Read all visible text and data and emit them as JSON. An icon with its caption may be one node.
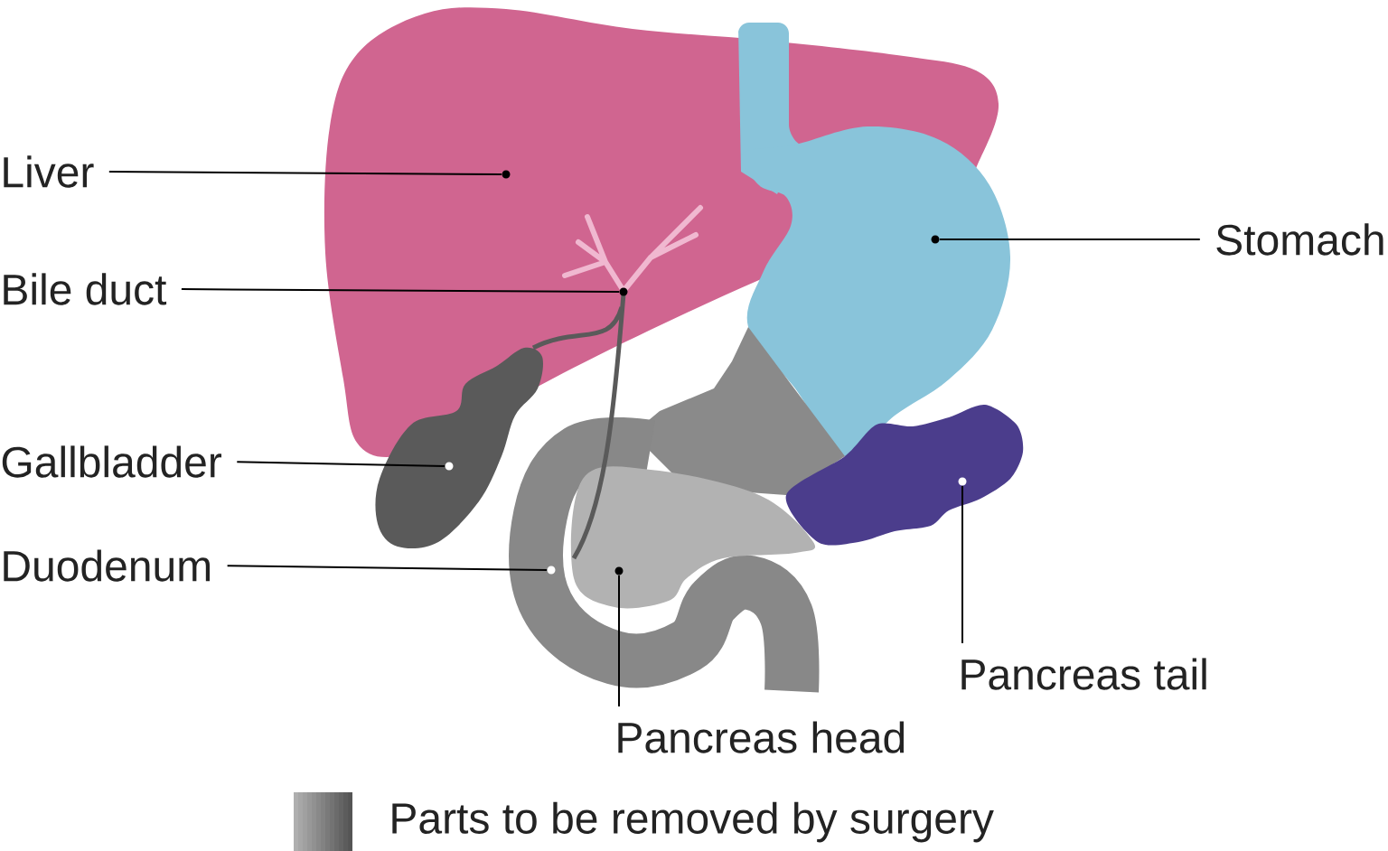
{
  "diagram": {
    "nodes": [
      {
        "text": [
          "Liver"
        ]
      },
      {
        "text": [],
        "shape": "circle"
      },
      {
        "text": [
          "Bile duct"
        ]
      },
      {
        "text": [],
        "shape": "circle"
      },
      {
        "text": [
          "Gallbladder"
        ]
      },
      {
        "text": [],
        "shape": "circle"
      },
      {
        "text": [
          "Duodenum"
        ]
      },
      {
        "text": [],
        "shape": "circle"
      },
      {
        "text": [
          "Stomach"
        ]
      },
      {
        "text": [],
        "shape": "circle"
      },
      {
        "text": [
          "Pancreas tail"
        ]
      },
      {
        "text": [],
        "shape": "circle"
      },
      {
        "text": [
          "Pancreas head"
        ]
      },
      {
        "text": [],
        "shape": "circle"
      }
    ],
    "edges": [
      {
        "from": 0,
        "to": 1,
        "arrow": "none"
      },
      {
        "from": 2,
        "to": 3,
        "arrow": "none"
      },
      {
        "from": 4,
        "to": 5,
        "arrow": "none"
      },
      {
        "from": 6,
        "to": 7,
        "arrow": "none"
      },
      {
        "from": 8,
        "to": 9,
        "arrow": "none"
      },
      {
        "from": 10,
        "to": 11,
        "arrow": "none"
      },
      {
        "from": 12,
        "to": 13,
        "arrow": "none"
      }
    ],
    "legend": [
      {
        "text": "Parts to be removed by surgery"
      }
    ]
  }
}
